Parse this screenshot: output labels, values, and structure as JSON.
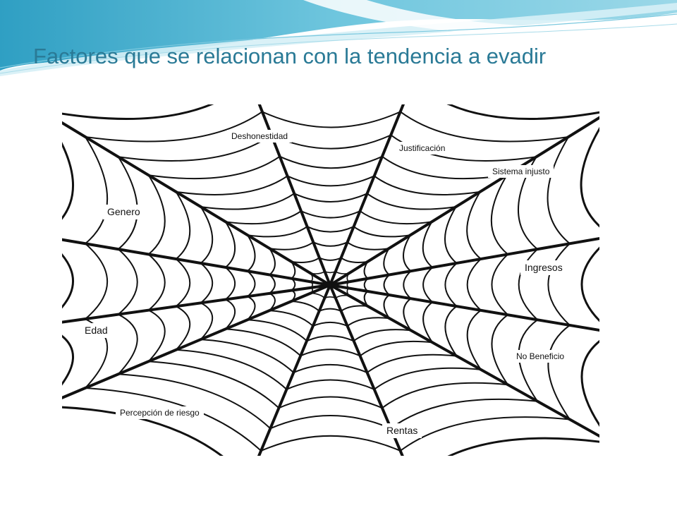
{
  "title": "Factores que se relacionan con la tendencia a evadir",
  "colors": {
    "title": "#2a7a96",
    "wave_dark": "#3aa9c9",
    "wave_light": "#bfe6f1",
    "web": "#111111"
  },
  "labels": {
    "deshonestidad": "Deshonestidad",
    "justificacion": "Justificación",
    "sistema_injusto": "Sistema injusto",
    "genero": "Genero",
    "ingresos": "Ingresos",
    "edad": "Edad",
    "no_beneficio": "No Beneficio",
    "percepcion_riesgo": "Percepción de riesgo",
    "rentas": "Rentas"
  }
}
